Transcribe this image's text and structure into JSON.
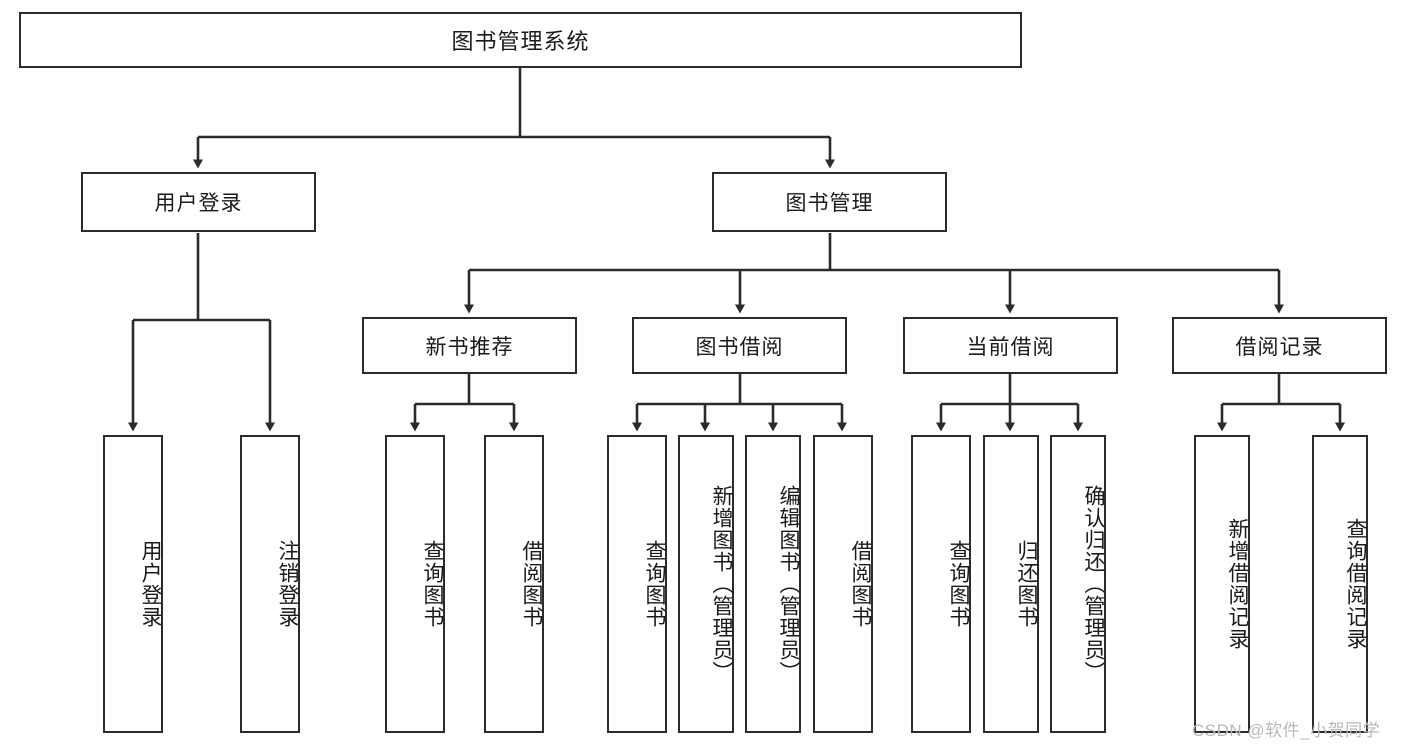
{
  "diagram": {
    "title": "图书管理系统",
    "type": "tree-hierarchy",
    "watermark": "CSDN @软件_小贺同学",
    "colors": {
      "background": "#ffffff",
      "box_border": "#2b2b2b",
      "box_fill": "#ffffff",
      "text": "#1a1a1a",
      "connector": "#2b2b2b",
      "watermark": "#b9b9b9"
    },
    "levels": {
      "root": {
        "label": "图书管理系统"
      },
      "level2": [
        {
          "label": "用户登录"
        },
        {
          "label": "图书管理"
        }
      ],
      "level3": [
        {
          "label": "新书推荐"
        },
        {
          "label": "图书借阅"
        },
        {
          "label": "当前借阅"
        },
        {
          "label": "借阅记录"
        }
      ],
      "leaves": {
        "user_login": [
          {
            "label": "用户登录"
          },
          {
            "label": "注销登录"
          }
        ],
        "new_book": [
          {
            "label": "查询图书"
          },
          {
            "label": "借阅图书"
          }
        ],
        "book_borrow": [
          {
            "label": "查询图书"
          },
          {
            "label": "新增图书（管理员）"
          },
          {
            "label": "编辑图书（管理员）"
          },
          {
            "label": "借阅图书"
          }
        ],
        "current_borrow": [
          {
            "label": "查询图书"
          },
          {
            "label": "归还图书"
          },
          {
            "label": "确认归还（管理员）"
          }
        ],
        "borrow_record": [
          {
            "label": "新增借阅记录"
          },
          {
            "label": "查询借阅记录"
          }
        ]
      }
    }
  }
}
